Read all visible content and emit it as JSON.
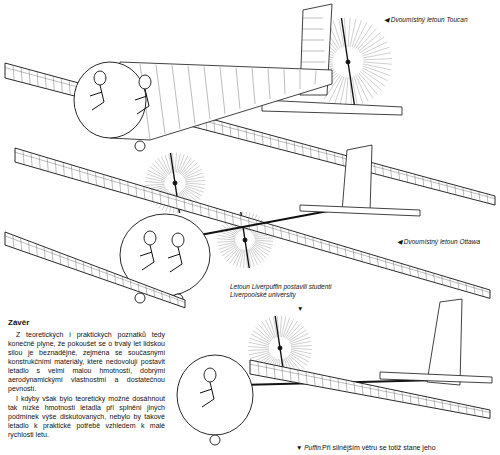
{
  "diagram": {
    "title": "Závěr",
    "labels": [
      "◀ Dvoumístný letoun Toucan",
      "◀ Dvoumístný letoun Ottawa",
      "Letoun Liverpuffin postavili studenti Liverpoolské university",
      "▼",
      "Z teoretických i praktických poznatků tedy konečně plyne, že pokoušet se o trvalý let lidskou silou je beznadějné, zejména se současnými konstrukčními materiály, které nedovolují postavit letadlo s velmi malou hmotností, dobrými aerodynamickými vlastnostmi a dostatečnou pevností.",
      "I kdyby však bylo teoreticky možné dosáhnout tak nízké hmotnosti letadla při splnění jiných podmínek výše diskutovaných, nebylo by takové letadlo k praktické potřebě vzhledem k malé rychlosti letu.",
      "▼ Puffin.",
      "Při silnějším větru se totiž stane jeho"
    ]
  }
}
